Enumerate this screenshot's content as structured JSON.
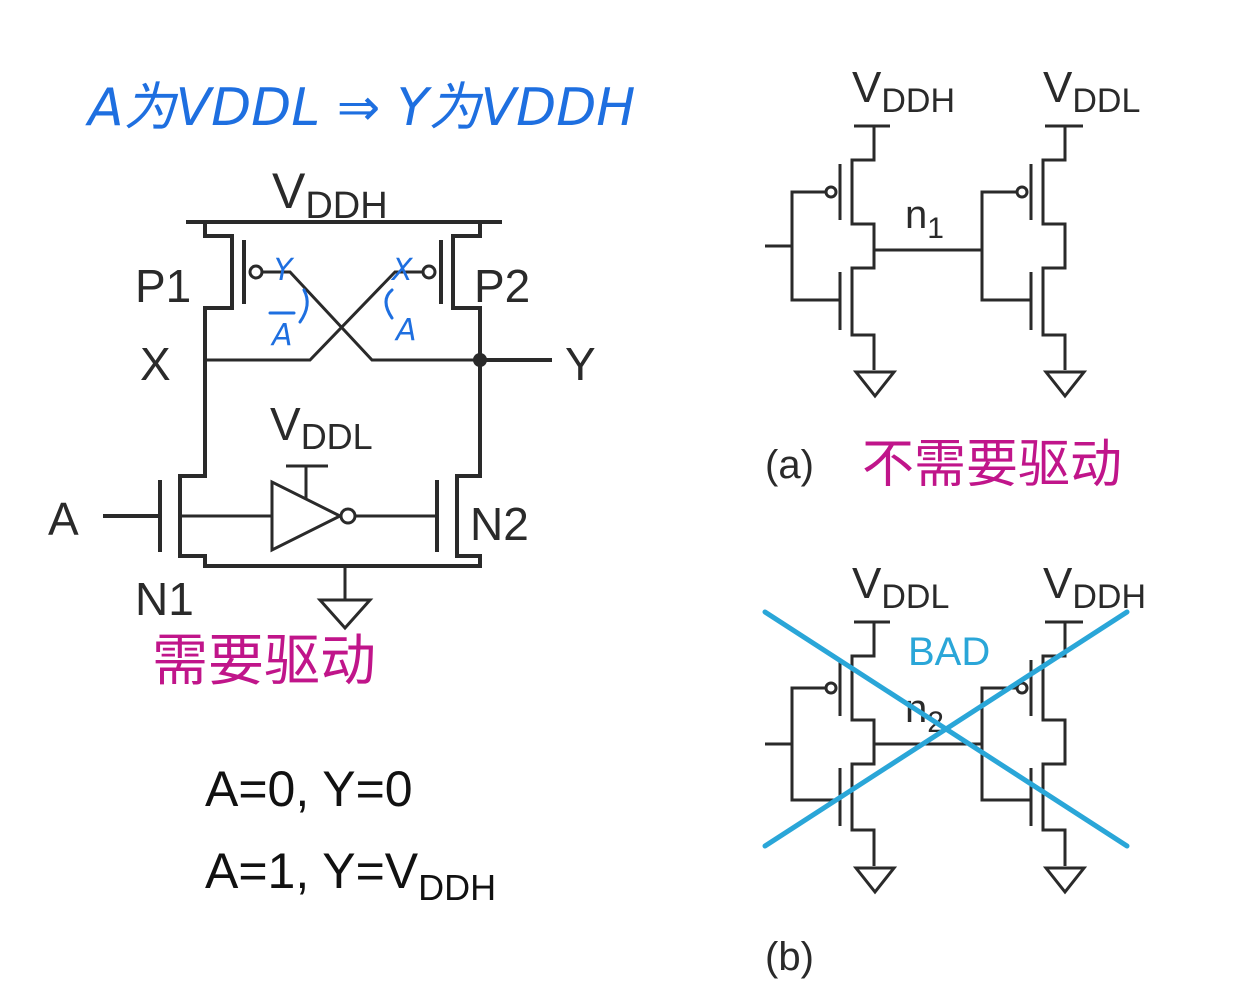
{
  "annotations": {
    "top_note": "A为VDDL ⇒ Y为VDDH",
    "needs_drive": "需要驱动",
    "no_drive": "不需要驱动",
    "small_y": "Y",
    "small_x": "X",
    "small_a_left": "A",
    "small_a_right": "A"
  },
  "left_circuit": {
    "vddh": {
      "main": "V",
      "sub": "DDH"
    },
    "vddl": {
      "main": "V",
      "sub": "DDL"
    },
    "p1": "P1",
    "p2": "P2",
    "x": "X",
    "y": "Y",
    "a": "A",
    "n1": "N1",
    "n2": "N2"
  },
  "truth_table": {
    "row1": "A=0, Y=0",
    "row2_main": "A=1, Y=V",
    "row2_sub": "DDH"
  },
  "circuit_a": {
    "left_supply": {
      "main": "V",
      "sub": "DDH"
    },
    "right_supply": {
      "main": "V",
      "sub": "DDL"
    },
    "node": {
      "main": "n",
      "sub": "1"
    },
    "label": "(a)"
  },
  "circuit_b": {
    "left_supply": {
      "main": "V",
      "sub": "DDL"
    },
    "right_supply": {
      "main": "V",
      "sub": "DDH"
    },
    "node": {
      "main": "n",
      "sub": "2"
    },
    "bad": "BAD",
    "label": "(b)"
  },
  "colors": {
    "ink": "#2a2a2a",
    "handwriting_blue": "#1e6fe0",
    "handwriting_pink": "#c0158a",
    "bad_cross": "#2aa6d8"
  }
}
